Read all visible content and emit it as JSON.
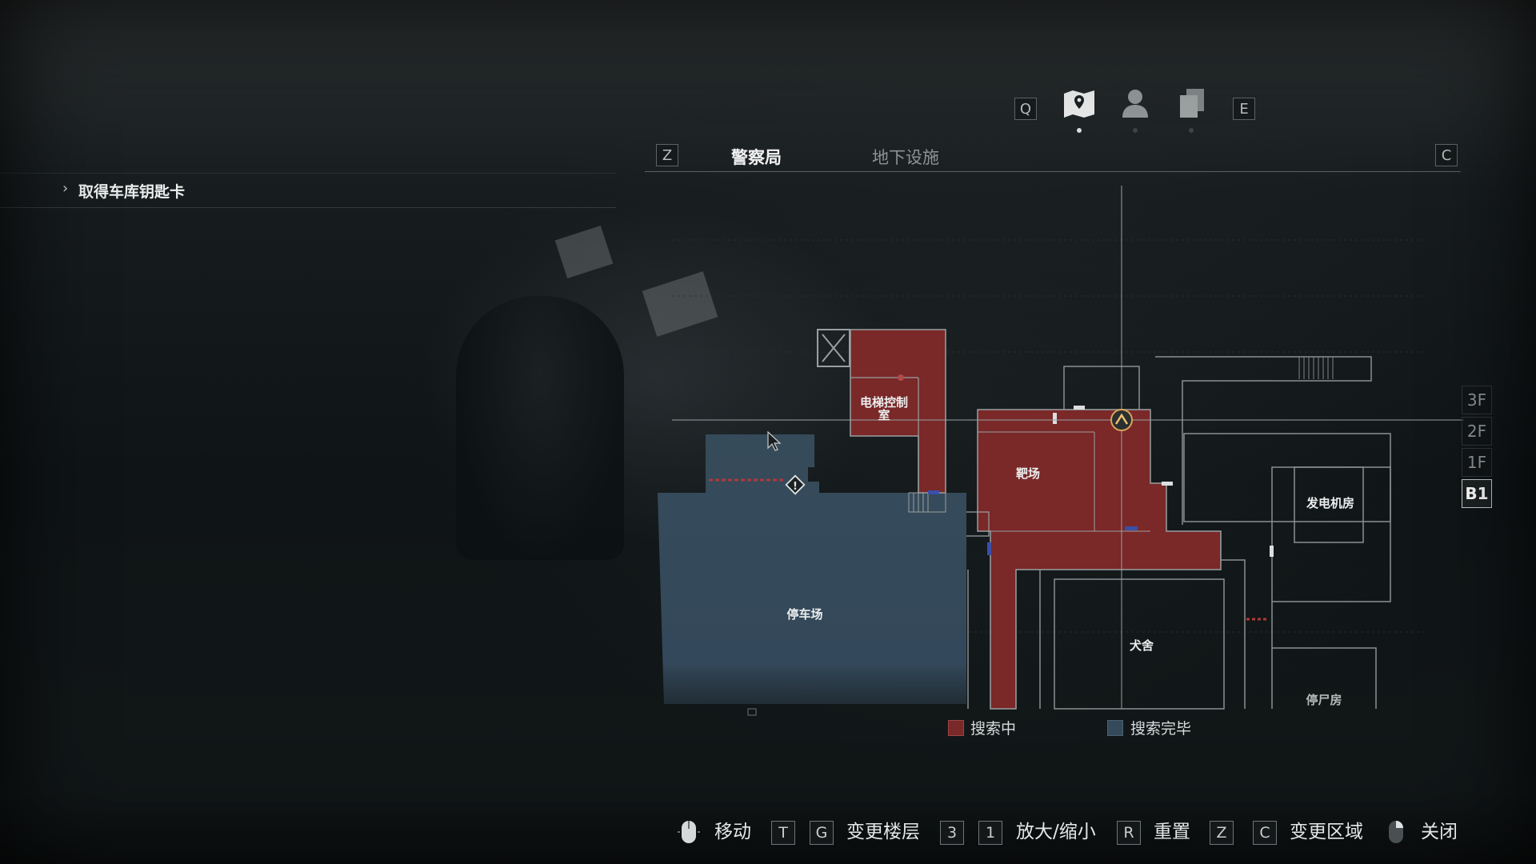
{
  "menu": {
    "left_key": "Q",
    "right_key": "E",
    "categories": [
      {
        "name": "map-icon",
        "active": true
      },
      {
        "name": "person-icon",
        "active": false
      },
      {
        "name": "files-icon",
        "active": false
      }
    ]
  },
  "area_tabs": {
    "prev_key": "Z",
    "next_key": "C",
    "tabs": [
      {
        "label": "警察局",
        "active": true
      },
      {
        "label": "地下设施",
        "active": false
      }
    ]
  },
  "objective": {
    "chevron": "›",
    "text": "取得车库钥匙卡"
  },
  "map": {
    "colors": {
      "searching": "#7a2828",
      "completed": "#344a5a",
      "wall": "#8f9596"
    },
    "rooms": {
      "elevator_control": "电梯控制\n室",
      "elevator_control_line1": "电梯控制",
      "elevator_control_line2": "室",
      "shooting_range": "靶场",
      "generator_room": "发电机房",
      "parking_garage": "停车场",
      "kennel": "犬舍",
      "morgue": "停尸房"
    }
  },
  "floors": [
    {
      "label": "3F",
      "active": false
    },
    {
      "label": "2F",
      "active": false
    },
    {
      "label": "1F",
      "active": false
    },
    {
      "label": "B1",
      "active": true
    }
  ],
  "legend": {
    "searching_label": "搜索中",
    "completed_label": "搜索完毕"
  },
  "controls": {
    "move_label": "移动",
    "floor_keys": [
      "T",
      "G"
    ],
    "floor_label": "变更楼层",
    "zoom_keys": [
      "3",
      "1"
    ],
    "zoom_label": "放大/缩小",
    "reset_key": "R",
    "reset_label": "重置",
    "area_keys": [
      "Z",
      "C"
    ],
    "area_label": "变更区域",
    "close_label": "关闭"
  }
}
